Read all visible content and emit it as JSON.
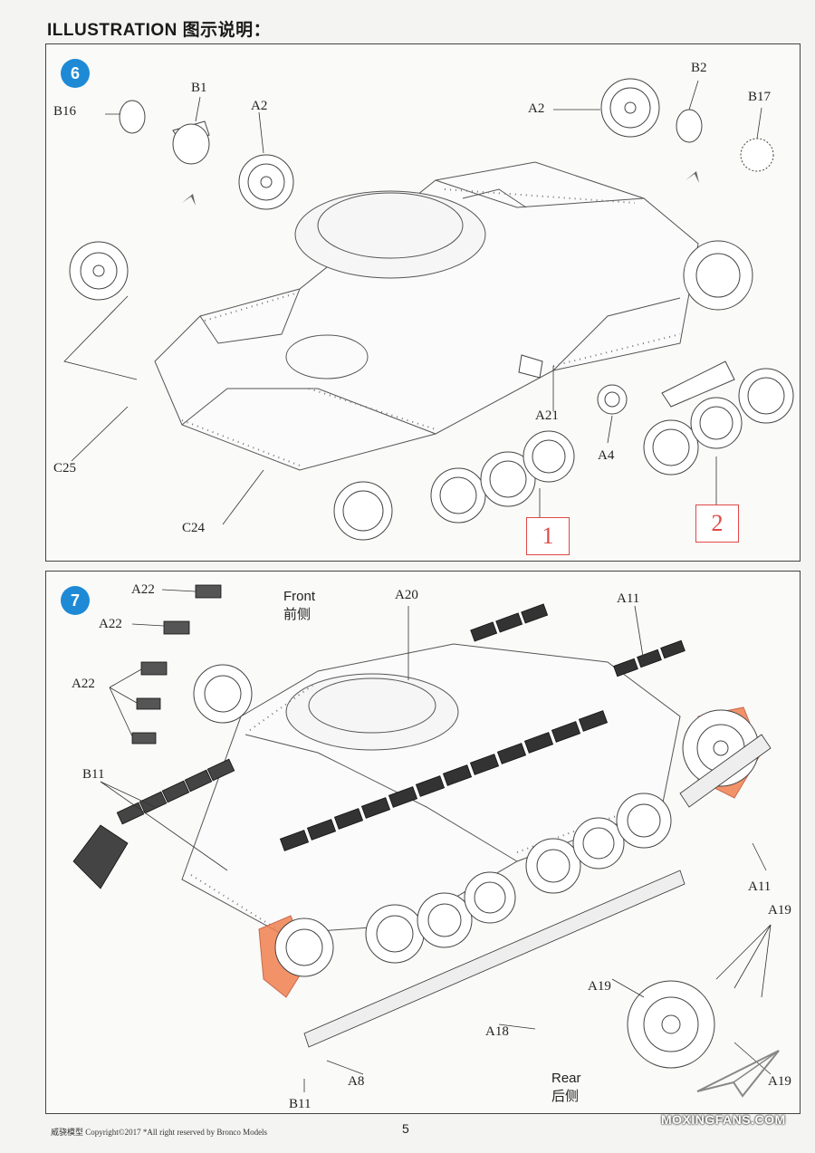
{
  "page": {
    "title": "ILLUSTRATION 图示说明：",
    "number": "5",
    "footer": "威骁模型  Copyright©2017  *All right reserved by Bronco Models",
    "watermark": "MOXINGFANS.COM"
  },
  "step6": {
    "number": "6",
    "labels": {
      "b16": "B16",
      "b1": "B1",
      "a2_left": "A2",
      "a2_right": "A2",
      "b2": "B2",
      "b17": "B17",
      "a21": "A21",
      "a4": "A4",
      "c25": "C25",
      "c24": "C24"
    },
    "sub_assemblies": [
      "1",
      "2"
    ]
  },
  "step7": {
    "number": "7",
    "labels": {
      "a22_top": "A22",
      "a22_mid": "A22",
      "a22_low": "A22",
      "a20": "A20",
      "a11_top": "A11",
      "a11_right": "A11",
      "b11_left": "B11",
      "b11_bottom": "B11",
      "a19_top": "A19",
      "a19_mid": "A19",
      "a19_bottom": "A19",
      "a18": "A18",
      "a8": "A8"
    },
    "front": "Front",
    "front_cn": "前侧",
    "rear": "Rear",
    "rear_cn": "后侧"
  },
  "colors": {
    "step_badge": "#1e8ad6",
    "sub_box": "#e04848",
    "highlight_parts": "#f08050"
  }
}
